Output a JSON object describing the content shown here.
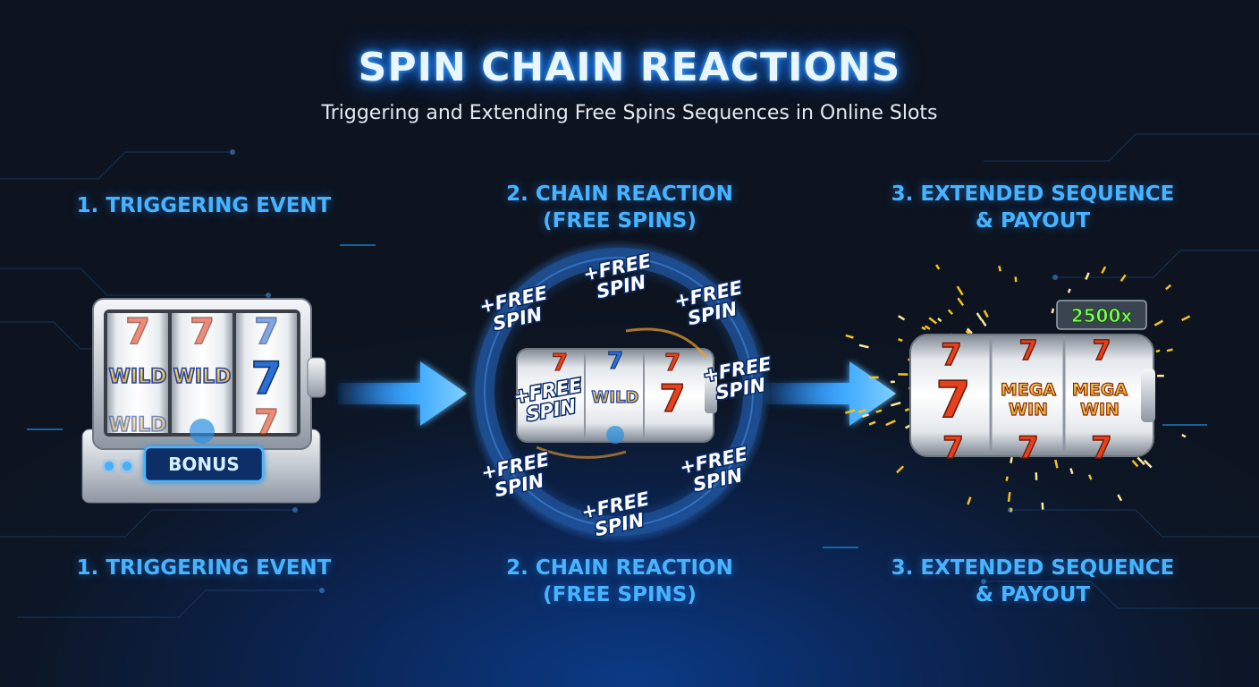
{
  "header": {
    "title": "SPIN CHAIN REACTIONS",
    "subtitle": "Triggering and Extending Free Spins Sequences in Online Slots"
  },
  "steps": [
    {
      "top_line1": "1. TRIGGERING EVENT",
      "top_line2": "",
      "bottom_line1": "1. TRIGGERING EVENT",
      "bottom_line2": ""
    },
    {
      "top_line1": "2. CHAIN REACTION",
      "top_line2": "(FREE SPINS)",
      "bottom_line1": "2. CHAIN REACTION",
      "bottom_line2": "(FREE SPINS)"
    },
    {
      "top_line1": "3. EXTENDED SEQUENCE",
      "top_line2": "& PAYOUT",
      "bottom_line1": "3. EXTENDED SEQUENCE",
      "bottom_line2": "& PAYOUT"
    }
  ],
  "machine": {
    "bonus_button": "BONUS",
    "wild_symbol": "WILD",
    "seven_symbol": "7"
  },
  "free_spin_badge": {
    "line1": "+FREE",
    "line2": "SPIN"
  },
  "payout": {
    "multiplier": "2500x",
    "mega_line1": "MEGA",
    "mega_line2": "WIN"
  },
  "colors": {
    "accent_blue": "#48b4ff",
    "title_glow": "#1f7fff",
    "seven_red": "#e8401c",
    "wild_gold": "#f6c21a",
    "multiplier_green": "#7dff5a"
  }
}
